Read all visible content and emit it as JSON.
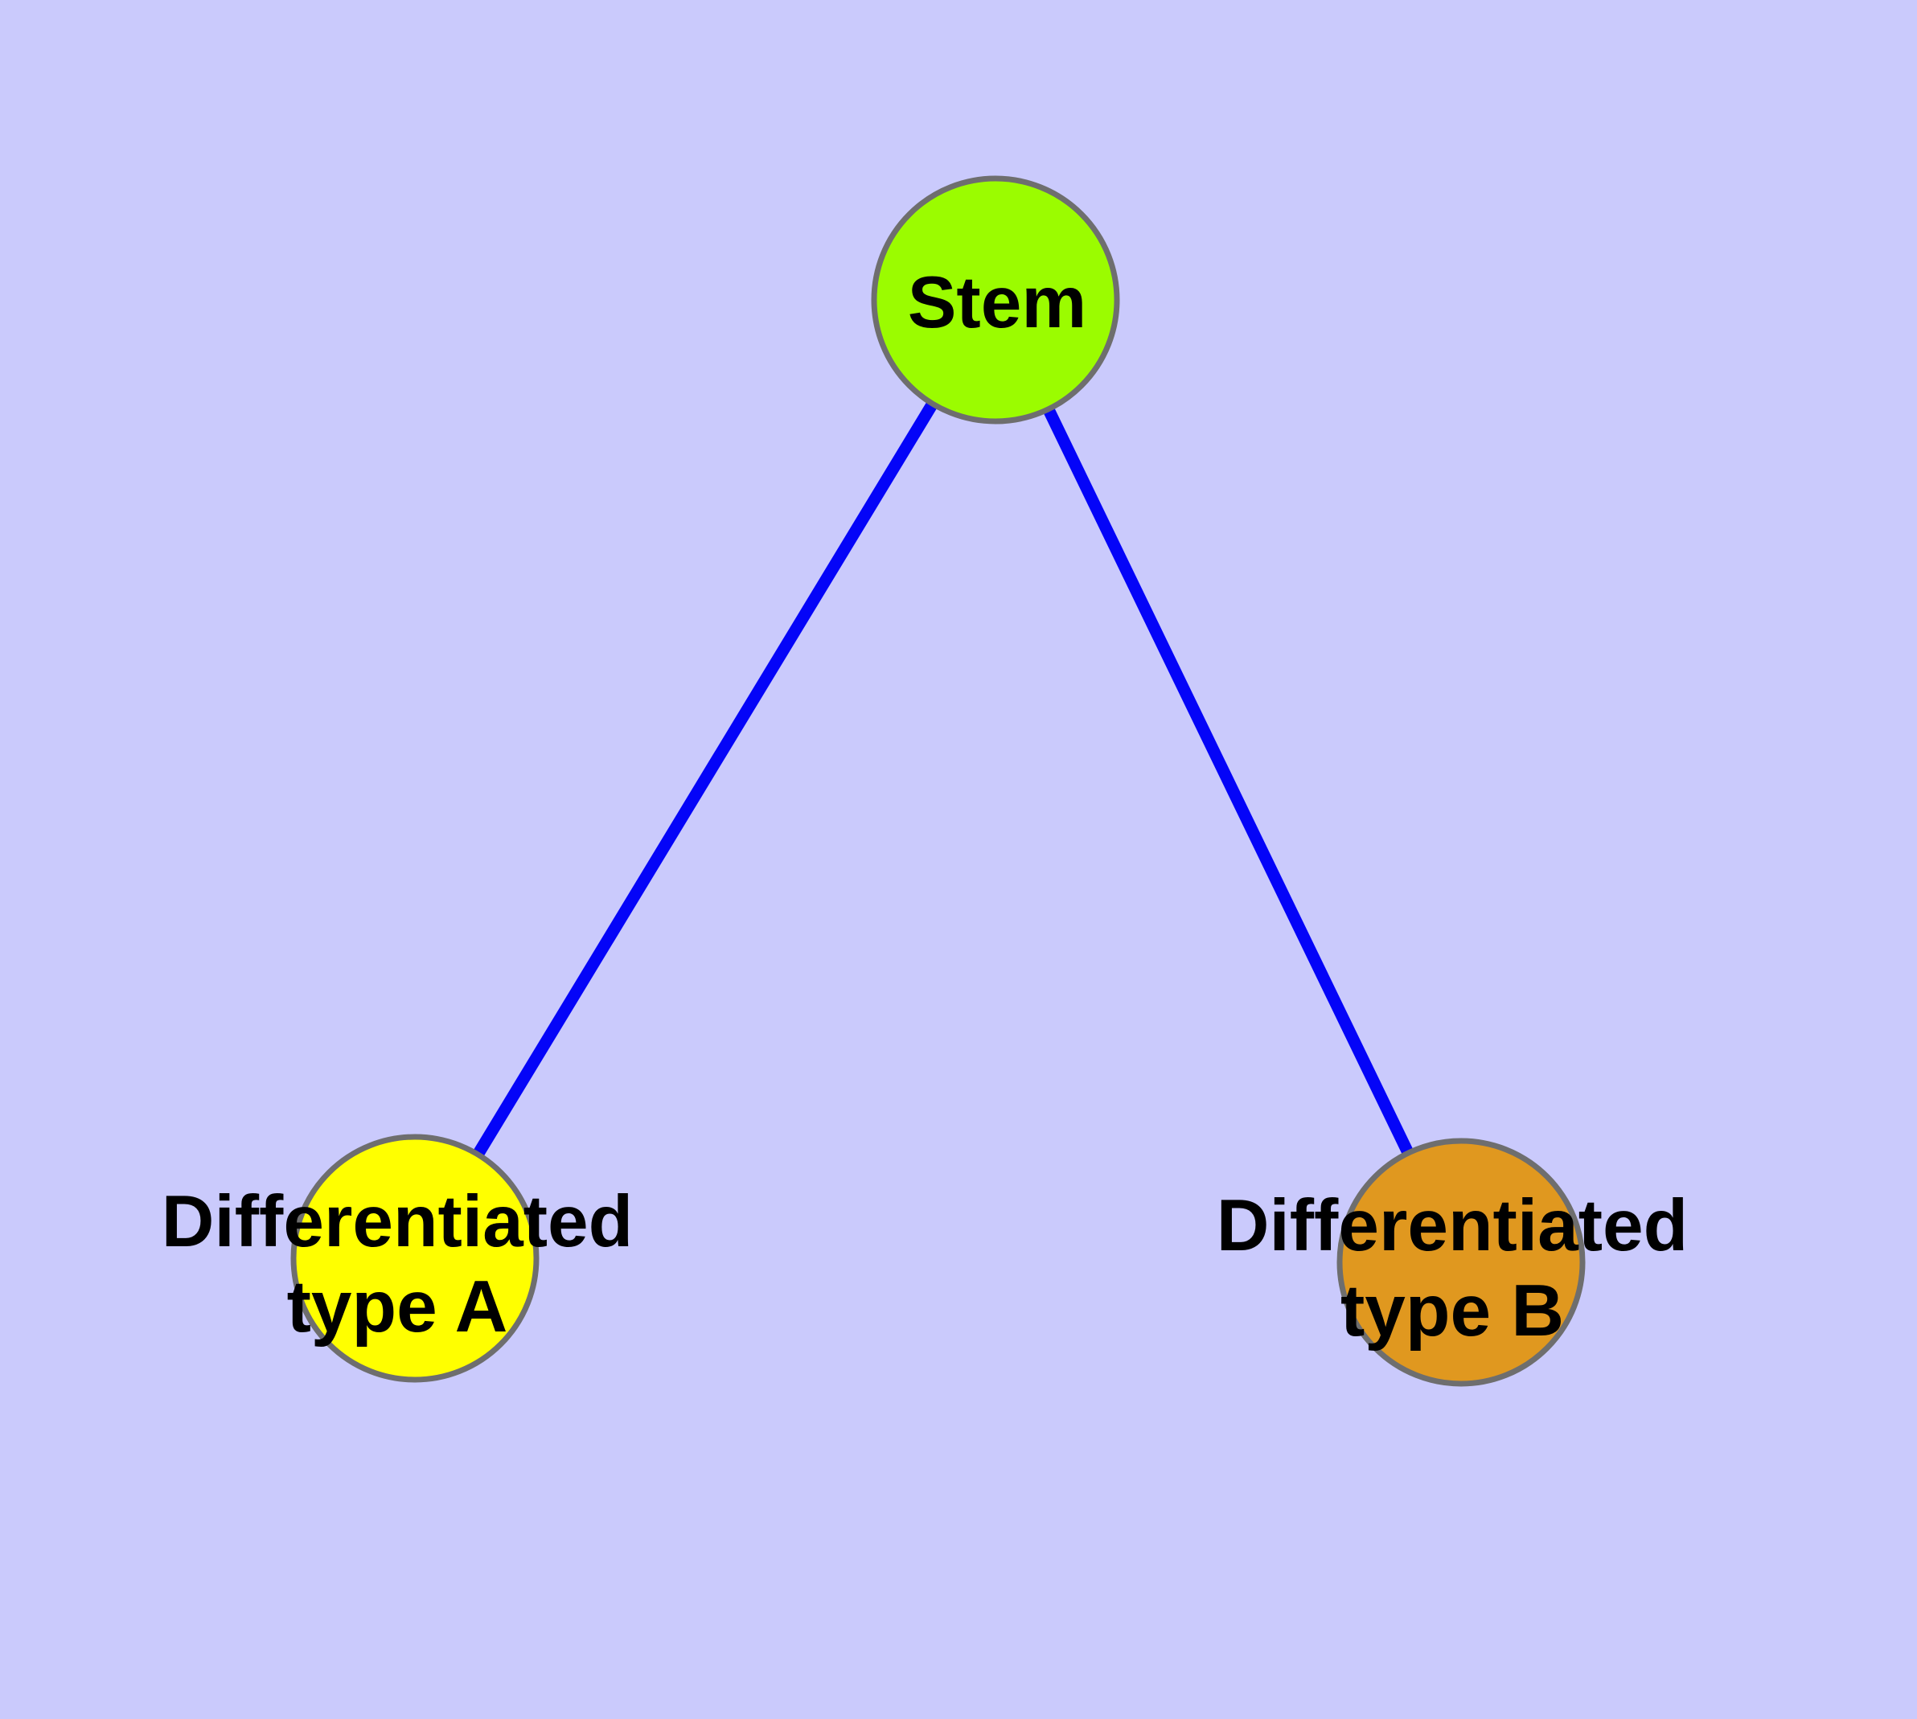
{
  "canvas": {
    "background_color": "#CACAFC",
    "label_color": "#000000",
    "node_border_color": "#6E6E6E"
  },
  "diagram": {
    "type": "graph",
    "description": "Stem cell differentiation tree: one stem node with two differentiated child nodes",
    "nodes": [
      {
        "id": "stem",
        "label_line1": "Stem",
        "label_line2": "",
        "fill": "#9BFC00"
      },
      {
        "id": "type-a",
        "label_line1": "Differentiated",
        "label_line2": "type A",
        "fill": "#FFFF00"
      },
      {
        "id": "type-b",
        "label_line1": "Differentiated",
        "label_line2": "type B",
        "fill": "#E0981F"
      }
    ],
    "edges": [
      {
        "from": "stem",
        "to": "type-a",
        "color": "#0404F8"
      },
      {
        "from": "stem",
        "to": "type-b",
        "color": "#0404F8"
      }
    ]
  }
}
